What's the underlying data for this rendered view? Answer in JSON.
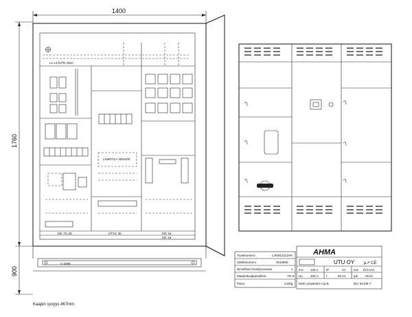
{
  "dimensions": {
    "width": "1400",
    "height_top": "1760",
    "height_base": "900",
    "depth_note": "Kaapin syvyys 467mm"
  },
  "front_view": {
    "supply_label": "L1-L3,N,PE,250A",
    "section_labels": [
      "MC 70=30",
      "HTXC 36",
      "MC 16",
      "MC 16"
    ],
    "placeholder": "LKM8TILA 400x400",
    "plinth_label": "C-4090",
    "ventilation_count": 12
  },
  "title_block": {
    "rows": [
      {
        "label": "Tuotenumero",
        "value": "LJKM12212VK"
      },
      {
        "label": "Sähkönumero",
        "value": "3510800"
      },
      {
        "label": "Nimellinen tiivistysvoiman",
        "value": "1"
      },
      {
        "label": "Maadoitusjärjestelmä",
        "value": "TN-S"
      },
      {
        "label": "Paino",
        "value": "243kg"
      }
    ],
    "brand": "AHMA",
    "company": "UTU  OY",
    "marks": "μ↗ CE",
    "specs": [
      {
        "label": "InA",
        "value": "125 A"
      },
      {
        "label": "IP",
        "value": "44"
      },
      {
        "label": "Icw",
        "value": "10 kA/1s"
      },
      {
        "label": "Un",
        "value": "400 V"
      },
      {
        "label": "f",
        "value": "50 Hz"
      },
      {
        "label": "Ipk",
        "value": "25 kA"
      }
    ],
    "emc": "EMC-ympäristö  A ja B",
    "standard": "IEC 61439-7"
  }
}
